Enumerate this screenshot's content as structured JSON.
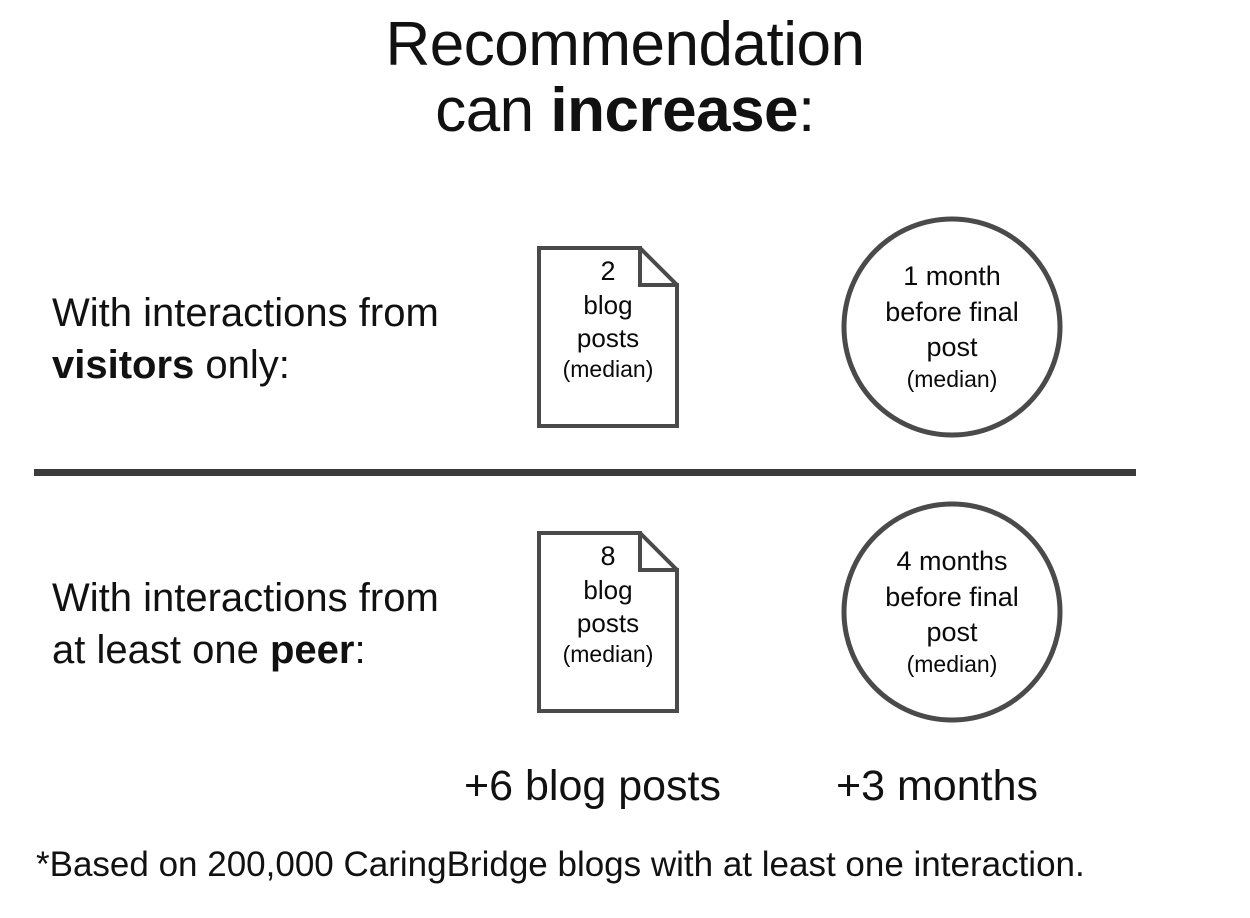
{
  "title": {
    "line1": "Recommendation",
    "line2_prefix": "can ",
    "line2_strong": "increase",
    "line2_suffix": ":"
  },
  "rows": [
    {
      "id": "visitors",
      "label_line1": "With interactions from",
      "label_strong": "visitors",
      "label_line2_suffix": " only:",
      "doc": {
        "icon": "document-icon",
        "value": "2",
        "unit_line1": "blog",
        "unit_line2": "posts",
        "qualifier": "(median)"
      },
      "circle": {
        "icon": "circle-icon",
        "value": "1 month",
        "detail_line1": "before final",
        "detail_line2": "post",
        "qualifier": "(median)"
      }
    },
    {
      "id": "peers",
      "label_line1": "With interactions from",
      "label_line2_prefix": "at least one ",
      "label_strong": "peer",
      "label_line2_suffix": ":",
      "doc": {
        "icon": "document-icon",
        "value": "8",
        "unit_line1": "blog",
        "unit_line2": "posts",
        "qualifier": "(median)"
      },
      "circle": {
        "icon": "circle-icon",
        "value": "4 months",
        "detail_line1": "before final",
        "detail_line2": "post",
        "qualifier": "(median)"
      }
    }
  ],
  "deltas": {
    "posts": "+6 blog posts",
    "months": "+3 months"
  },
  "footnote": "*Based on 200,000 CaringBridge blogs with at least one interaction.",
  "colors": {
    "background": "#ffffff",
    "text": "#111111",
    "outline": "#4a4a4a",
    "divider": "#3b3b3b"
  },
  "chart_data": {
    "type": "table",
    "title": "Recommendation can increase:",
    "categories": [
      "With interactions from visitors only",
      "With interactions from at least one peer"
    ],
    "series": [
      {
        "name": "blog posts (median)",
        "values": [
          2,
          8
        ],
        "unit": "blog posts",
        "delta": 6,
        "delta_label": "+6 blog posts"
      },
      {
        "name": "months before final post (median)",
        "values": [
          1,
          4
        ],
        "unit": "months before final post",
        "delta": 3,
        "delta_label": "+3 months"
      }
    ],
    "annotations": [
      "(median)",
      "*Based on 200,000 CaringBridge blogs with at least one interaction."
    ],
    "xlabel": "",
    "ylabel": "",
    "grid": false,
    "legend": "none"
  }
}
